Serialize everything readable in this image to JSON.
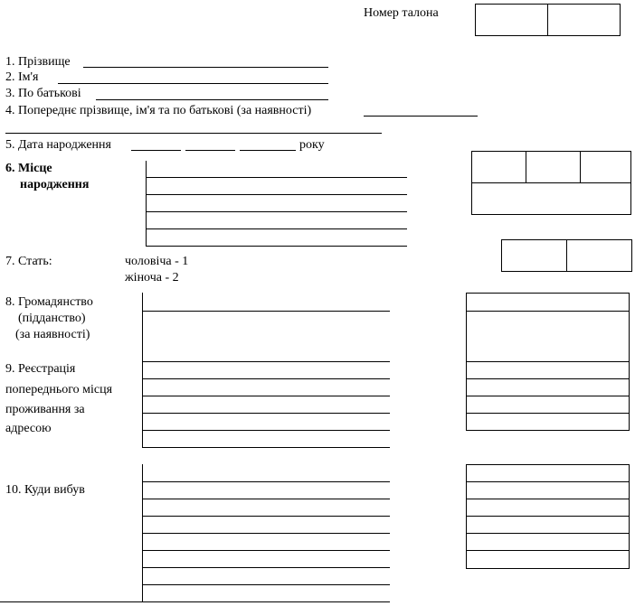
{
  "header": {
    "ticket_number_label": "Номер талона"
  },
  "fields": {
    "surname": "1. Прізвище",
    "name": "2. Ім'я",
    "patronymic": "3. По батькові",
    "previous_name": "4. Попереднє прізвище, ім'я та по батькові  (за наявності)",
    "birth_date": "5. Дата народження",
    "birth_date_year": "року",
    "birth_place_line1": "6. Місце",
    "birth_place_line2": "народження",
    "sex": "7. Стать:",
    "sex_male": "чоловіча - 1",
    "sex_female": "жіноча - 2",
    "citizenship_line1": "8. Громадянство",
    "citizenship_line2": "(підданство)",
    "citizenship_line3": "(за наявності)",
    "registration_line1": "9. Реєстрація",
    "registration_line2": "попереднього місця",
    "registration_line3": "проживання за",
    "registration_line4": "адресою",
    "destination": "10. Куди вибув"
  }
}
